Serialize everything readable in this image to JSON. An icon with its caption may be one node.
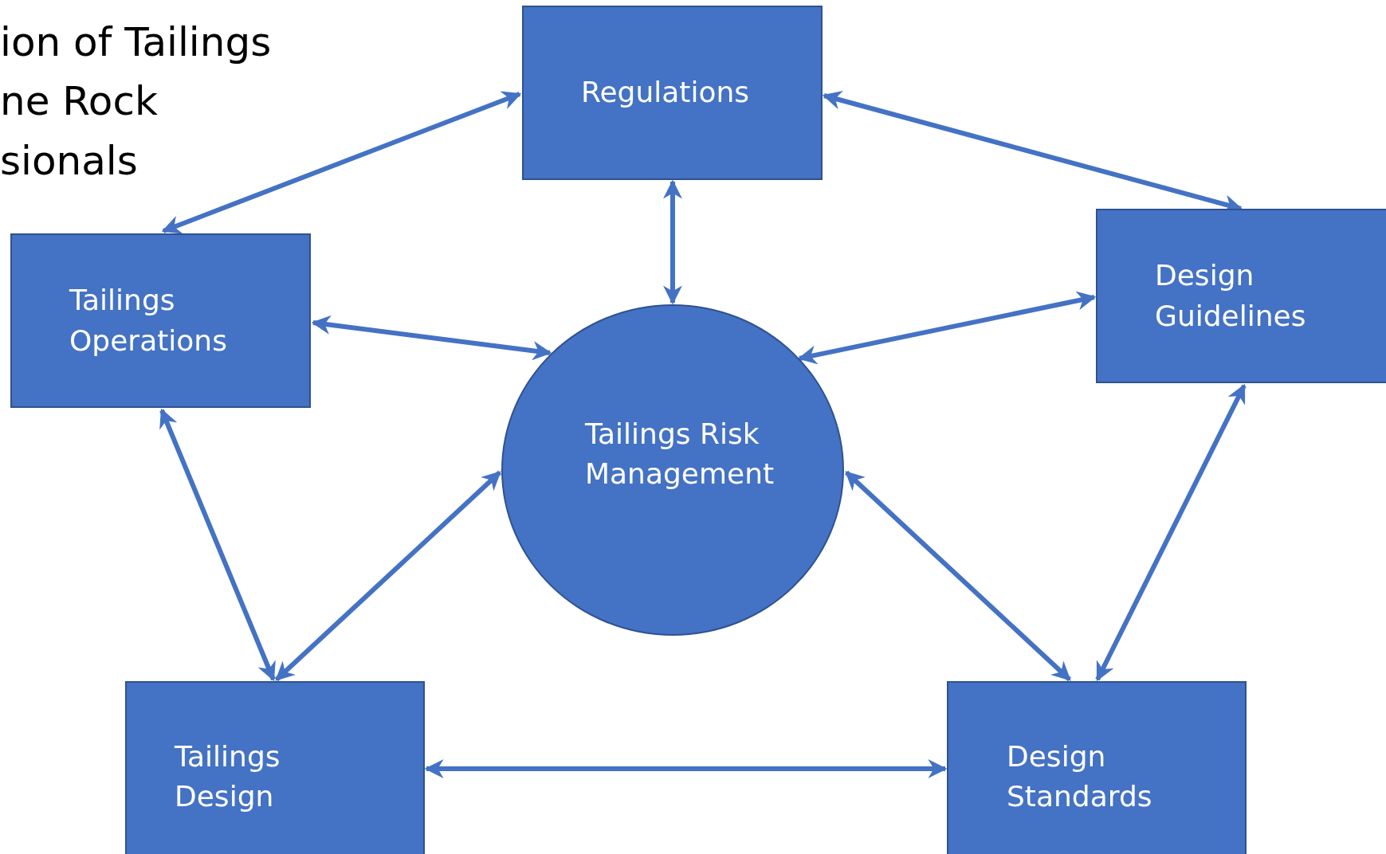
{
  "diagram": {
    "nodes": [
      {
        "text": [
          "Regulations"
        ]
      },
      {
        "text": [
          "Tailings Operations"
        ]
      },
      {
        "text": [
          "Design Guidelines"
        ]
      },
      {
        "text": [
          "Tailings Risk Management"
        ]
      },
      {
        "text": [
          "Tailings Design"
        ]
      },
      {
        "text": [
          "Design Standards"
        ]
      }
    ],
    "edges": [
      {
        "from": 0,
        "to": 1,
        "arrow": "both"
      },
      {
        "from": 0,
        "to": 2,
        "arrow": "both"
      },
      {
        "from": 0,
        "to": 3,
        "arrow": "both"
      },
      {
        "from": 1,
        "to": 3,
        "arrow": "both"
      },
      {
        "from": 2,
        "to": 3,
        "arrow": "both"
      },
      {
        "from": 1,
        "to": 4,
        "arrow": "both"
      },
      {
        "from": 3,
        "to": 4,
        "arrow": "both"
      },
      {
        "from": 3,
        "to": 5,
        "arrow": "both"
      },
      {
        "from": 2,
        "to": 5,
        "arrow": "both"
      },
      {
        "from": 4,
        "to": 5,
        "arrow": "both"
      }
    ],
    "labels": [
      "ion of Tailings",
      "ne Rock",
      "sionals"
    ]
  }
}
